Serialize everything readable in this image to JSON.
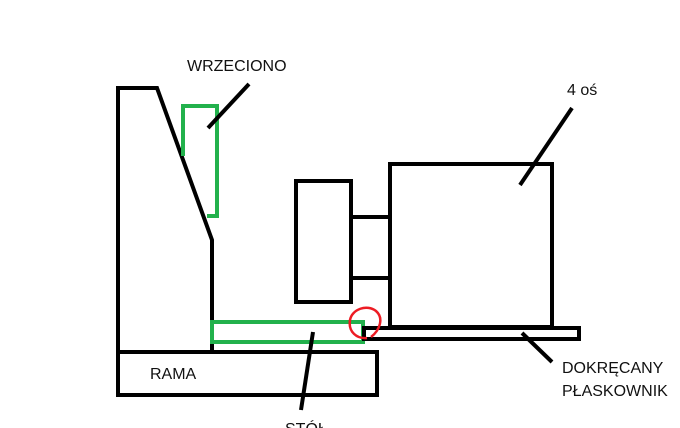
{
  "labels": {
    "spindle": "WRZECIONO",
    "axis4": "4 oś",
    "frame": "RAMA",
    "plate_line1": "DOKRĘCANY",
    "plate_line2": "PŁASKOWNIK",
    "table": "STÓŁ"
  },
  "colors": {
    "background": "#ffffff",
    "structure": "#000000",
    "highlight": "#22b14c",
    "marker": "#ed1c24"
  }
}
